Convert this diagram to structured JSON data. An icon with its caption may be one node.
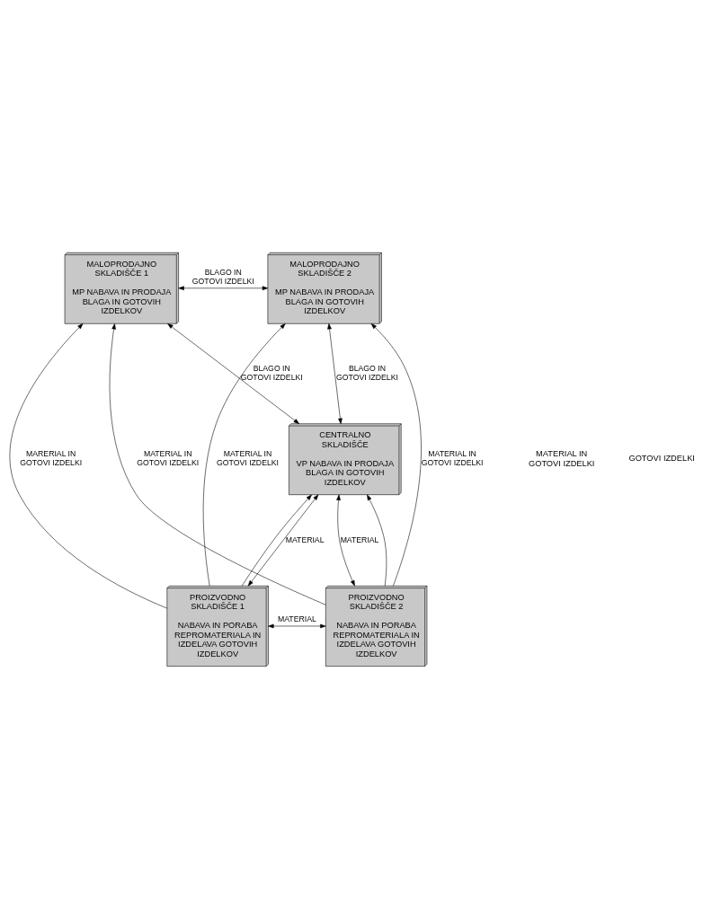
{
  "diagram": {
    "nodes": [
      {
        "text": [
          "MALOPRODAJNO SKLADIŠČE 1",
          "MP NABAVA IN PRODAJA BLAGA IN GOTOVIH IZDELKOV"
        ]
      },
      {
        "text": [
          "MALOPRODAJNO SKLADIŠČE 2",
          "MP NABAVA IN PRODAJA BLAGA IN GOTOVIH IZDELKOV"
        ]
      },
      {
        "text": [
          "CENTRALNO SKLADIŠČE",
          "VP NABAVA IN PRODAJA BLAGA IN GOTOVIH IZDELKOV"
        ]
      },
      {
        "text": [
          "PROIZVODNO SKLADIŠČE 1",
          "NABAVA IN PORABA REPROMATERIALA IN IZDELAVA GOTOVIH IZDELKOV"
        ]
      },
      {
        "text": [
          "PROIZVODNO SKLADIŠČE 2",
          "NABAVA IN PORABA REPROMATERIALA IN IZDELAVA GOTOVIH IZDELKOV"
        ]
      }
    ],
    "edges": [
      {
        "from": 0,
        "to": 1,
        "arrow": "both",
        "label": "BLAGO IN GOTOVI IZDELKI"
      },
      {
        "from": 0,
        "to": 2,
        "arrow": "both",
        "label": "BLAGO IN GOTOVI IZDELKI"
      },
      {
        "from": 1,
        "to": 2,
        "arrow": "both",
        "label": "BLAGO IN GOTOVI IZDELKI"
      },
      {
        "from": 3,
        "to": 0,
        "arrow": "to",
        "label": "MARERIAL IN GOTOVI IZDELKI"
      },
      {
        "from": 4,
        "to": 1,
        "arrow": "to",
        "label": "MATERIAL IN GOTOVI IZDELKI"
      },
      {
        "from": 3,
        "to": 1,
        "arrow": "to",
        "label": "MATERIAL IN GOTOVI IZDELKI"
      },
      {
        "from": 4,
        "to": 0,
        "arrow": "to",
        "label": "MATERIAL IN GOTOVI IZDELKI"
      },
      {
        "from": 2,
        "to": 3,
        "arrow": "both",
        "label": "MATERIAL"
      },
      {
        "from": 3,
        "to": 2,
        "arrow": "to"
      },
      {
        "from": 4,
        "to": 2,
        "arrow": "to"
      },
      {
        "from": 2,
        "to": 4,
        "arrow": "both",
        "label": "MATERIAL"
      },
      {
        "from": 3,
        "to": 4,
        "arrow": "both",
        "label": "MATERIAL"
      }
    ],
    "labels": [
      "MATERIAL IN GOTOVI IZDELKI",
      "GOTOVI IZDELKI"
    ]
  }
}
